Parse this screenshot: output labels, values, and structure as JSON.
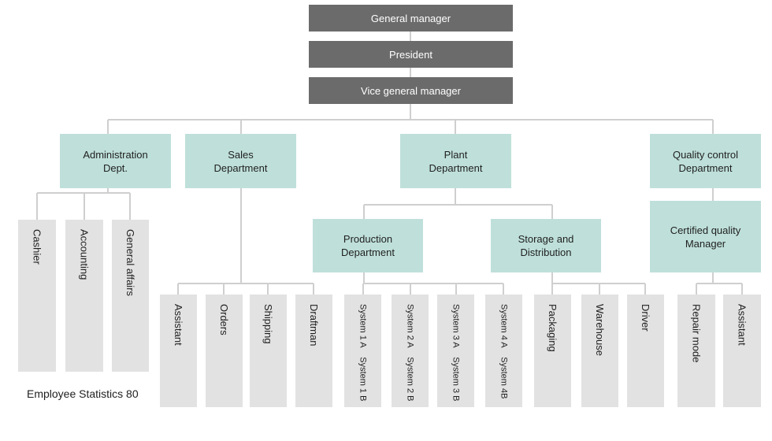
{
  "nodes": [
    {
      "name": "general-manager",
      "label": "General manager",
      "style": "dark"
    },
    {
      "name": "president",
      "label": "President",
      "style": "dark"
    },
    {
      "name": "vice-general-manager",
      "label": "Vice general manager",
      "style": "dark"
    },
    {
      "name": "administration-dept",
      "label": "Administration\nDept.",
      "style": "teal"
    },
    {
      "name": "sales-department",
      "label": "Sales\nDepartment",
      "style": "teal"
    },
    {
      "name": "plant-department",
      "label": "Plant\nDepartment",
      "style": "teal"
    },
    {
      "name": "quality-control-department",
      "label": "Quality control\nDepartment",
      "style": "teal"
    },
    {
      "name": "production-department",
      "label": "Production\nDepartment",
      "style": "teal"
    },
    {
      "name": "storage-and-distribution",
      "label": "Storage and\nDistribution",
      "style": "teal"
    },
    {
      "name": "certified-quality-manager",
      "label": "Certified quality\nManager",
      "style": "teal"
    },
    {
      "name": "cashier",
      "label": "Cashier",
      "style": "leaf"
    },
    {
      "name": "accounting",
      "label": "Accounting",
      "style": "leaf"
    },
    {
      "name": "general-affairs",
      "label": "General affairs",
      "style": "leaf"
    },
    {
      "name": "sales-assistant",
      "label": "Assistant",
      "style": "leaf"
    },
    {
      "name": "orders",
      "label": "Orders",
      "style": "leaf"
    },
    {
      "name": "shipping",
      "label": "Shipping",
      "style": "leaf"
    },
    {
      "name": "draftman",
      "label": "Draftman",
      "style": "leaf"
    },
    {
      "name": "system-1",
      "label": "System 1 A    System 1 B",
      "style": "leaf-small"
    },
    {
      "name": "system-2",
      "label": "System 2 A    System 2 B",
      "style": "leaf-small"
    },
    {
      "name": "system-3",
      "label": "System 3 A    System 3 B",
      "style": "leaf-small"
    },
    {
      "name": "system-4",
      "label": "System 4 A    System 4B",
      "style": "leaf-small"
    },
    {
      "name": "packaging",
      "label": "Packaging",
      "style": "leaf"
    },
    {
      "name": "warehouse",
      "label": "Warehouse",
      "style": "leaf"
    },
    {
      "name": "driver",
      "label": "Driver",
      "style": "leaf"
    },
    {
      "name": "repair-mode",
      "label": "Repair mode",
      "style": "leaf"
    },
    {
      "name": "quality-assistant",
      "label": "Assistant",
      "style": "leaf"
    }
  ],
  "footer": {
    "employee_statistics": "Employee Statistics 80"
  },
  "colors": {
    "dark": "#6b6b6b",
    "teal": "#bfe0da",
    "leaf": "#e2e2e2",
    "connector": "#cfcfcf"
  }
}
